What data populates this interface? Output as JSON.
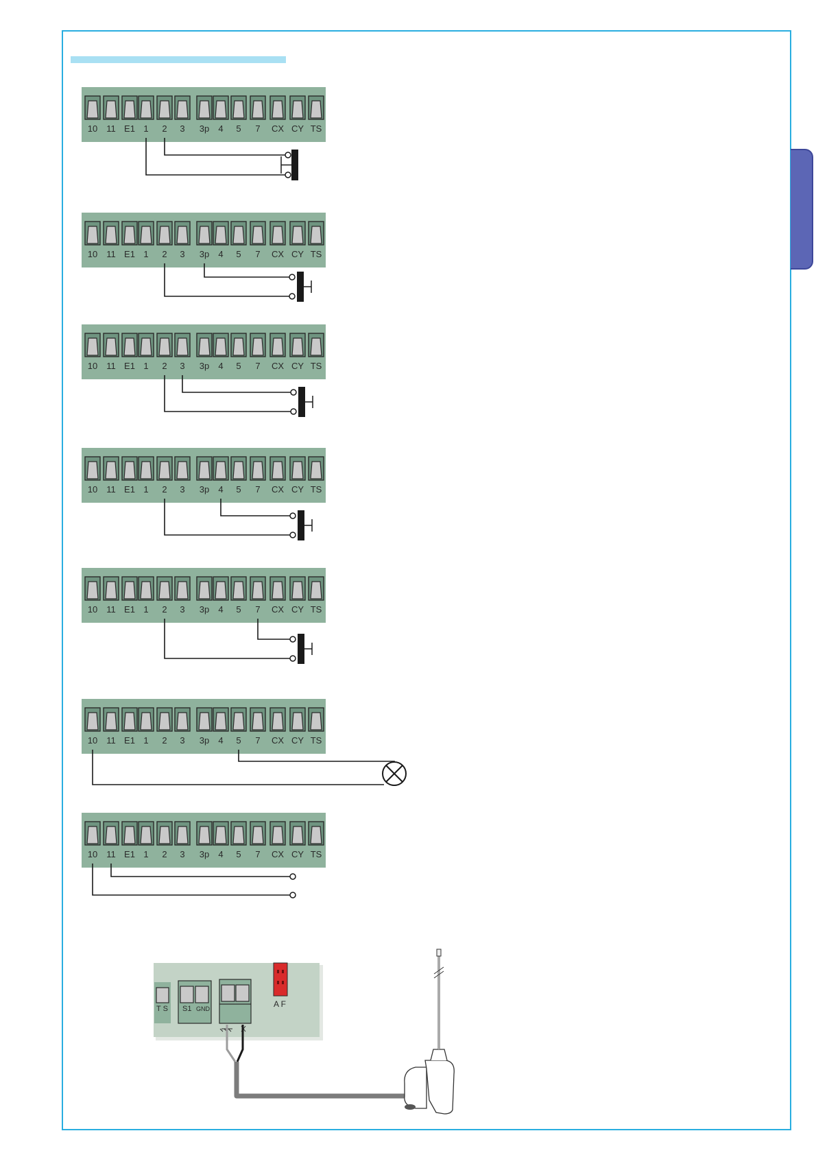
{
  "colors": {
    "frame": "#29aee0",
    "title_bar": "#a9e0f3",
    "side_tab": "#5c66b5",
    "terminal_block": "#8fb29d",
    "terminal_block_dark": "#6f9480",
    "socket_fill": "#c9c9c9",
    "wire": "#1a1a1a",
    "antenna_panel": "#c3d3c6",
    "antenna_connector_red": "#d92b2b",
    "coax_cable": "#7c7c7c"
  },
  "terminal_labels": [
    "10",
    "11",
    "E1",
    "1",
    "2",
    "3",
    "3p",
    "4",
    "5",
    "7",
    "CX",
    "CY",
    "TS"
  ],
  "diagrams": [
    {
      "id": "block-1",
      "wires": [
        "1",
        "2"
      ],
      "device": "pushbutton"
    },
    {
      "id": "block-2",
      "wires": [
        "2",
        "3p"
      ],
      "device": "pushbutton"
    },
    {
      "id": "block-3",
      "wires": [
        "2",
        "3"
      ],
      "device": "pushbutton"
    },
    {
      "id": "block-4",
      "wires": [
        "2",
        "4"
      ],
      "device": "pushbutton"
    },
    {
      "id": "block-5",
      "wires": [
        "2",
        "7"
      ],
      "device": "pushbutton"
    },
    {
      "id": "block-6",
      "wires": [
        "10",
        "5"
      ],
      "device": "lamp"
    },
    {
      "id": "block-7",
      "wires": [
        "10",
        "11"
      ],
      "device": "open-contacts"
    }
  ],
  "antenna_section": {
    "ts_label": "T S",
    "s1_label": "S1",
    "gnd_label": "GND",
    "af_label": "A F"
  }
}
